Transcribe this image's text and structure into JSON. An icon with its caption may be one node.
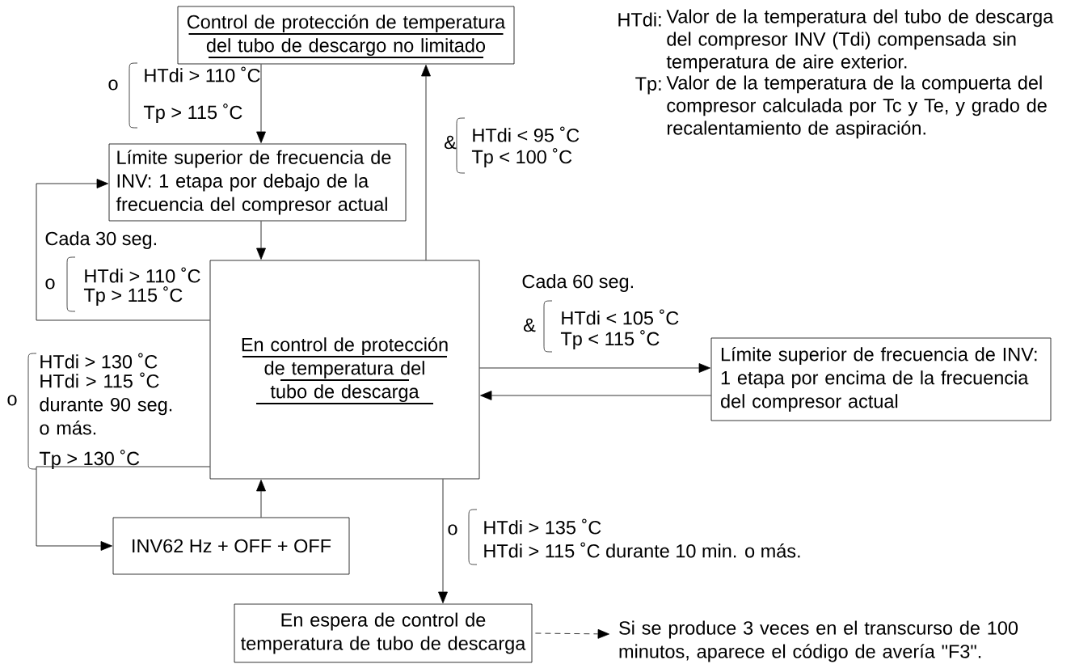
{
  "diagram": {
    "nodes": [
      {
        "text": [
          "Control de protección de temperatura del tubo de descargo no limitado"
        ]
      },
      {
        "text": [
          "Límite superior de frecuencia de INV: 1 etapa por debajo de la frecuencia del compresor actual"
        ]
      },
      {
        "text": [
          "En control de protección de temperatura del tubo de descarga"
        ]
      },
      {
        "text": [
          "Límite superior de frecuencia de INV: 1 etapa por encima de la frecuencia del compresor actual"
        ]
      },
      {
        "text": [
          "INV62 Hz + OFF + OFF"
        ]
      },
      {
        "text": [
          "En espera de control de temperatura de tubo de descarga"
        ]
      },
      {
        "text": [
          "Si se produce 3 veces en el transcurso de 100 minutos, aparece el código de avería \"F3\"."
        ]
      }
    ],
    "edges": [
      {
        "from": 0,
        "to": 1,
        "arrow": "to"
      },
      {
        "from": 1,
        "to": 2,
        "arrow": "to"
      },
      {
        "from": 2,
        "to": 0,
        "arrow": "to"
      },
      {
        "from": 2,
        "to": 1,
        "arrow": "to"
      },
      {
        "from": 2,
        "to": 3,
        "arrow": "to"
      },
      {
        "from": 3,
        "to": 2,
        "arrow": "to"
      },
      {
        "from": 2,
        "to": 4,
        "arrow": "to"
      },
      {
        "from": 4,
        "to": 2,
        "arrow": "to"
      },
      {
        "from": 2,
        "to": 5,
        "arrow": "to"
      },
      {
        "from": 5,
        "to": 6,
        "arrow": "to",
        "style": "dashed"
      }
    ],
    "labels": [
      "HTdi:",
      "Valor de la temperatura del tubo de descarga del compresor INV (Tdi) compensada sin temperatura de aire exterior.",
      "Tp:",
      "Valor de la temperatura de la compuerta del compresor calculada por Tc y Te, y grado de recalentamiento de aspiración.",
      "o",
      "HTdi > 110 ˚C",
      "Tp > 115 ˚C",
      "&",
      "HTdi < 95 ˚C",
      "Tp < 100 ˚C",
      "Cada 30 seg.",
      "o",
      "HTdi > 110 ˚C",
      "Tp > 115 ˚C",
      "Cada 60 seg.",
      "&",
      "HTdi < 105 ˚C",
      "Tp < 115 ˚C",
      "o",
      "HTdi > 130 ˚C",
      "HTdi > 115 ˚C durante 90 seg. o más.",
      "Tp > 130 ˚C",
      "o",
      "HTdi > 135 ˚C",
      "HTdi > 115 ˚C durante 10 min. o más."
    ]
  }
}
